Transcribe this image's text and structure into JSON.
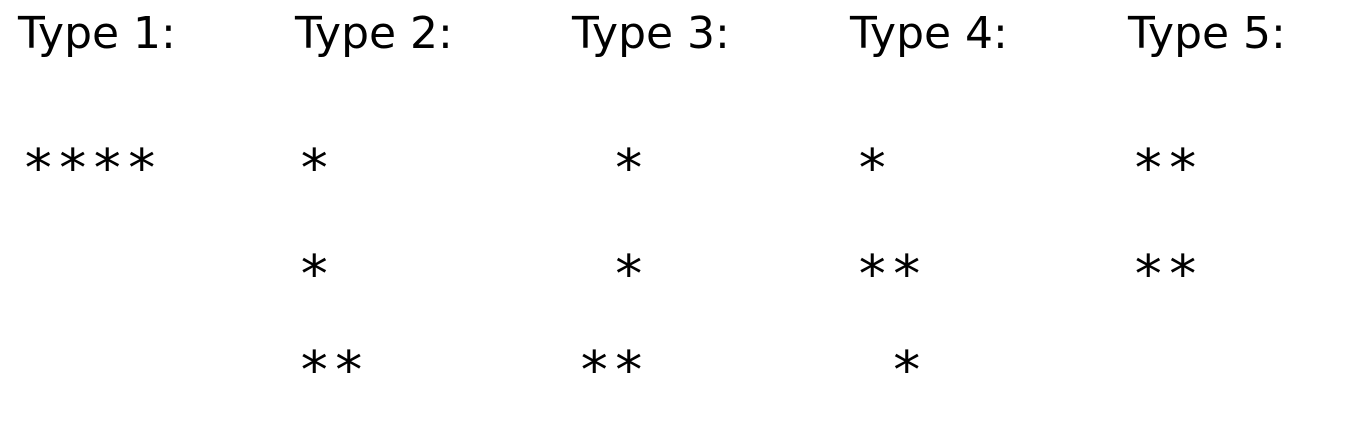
{
  "types": [
    {
      "label": "Type 1:",
      "rows": [
        "****"
      ]
    },
    {
      "label": "Type 2:",
      "rows": [
        "*",
        "*",
        "**"
      ]
    },
    {
      "label": "Type 3:",
      "rows": [
        " *",
        " *",
        "**"
      ]
    },
    {
      "label": "Type 4:",
      "rows": [
        "*",
        "**",
        " *"
      ]
    },
    {
      "label": "Type 5:",
      "rows": [
        "**",
        "**"
      ]
    }
  ]
}
